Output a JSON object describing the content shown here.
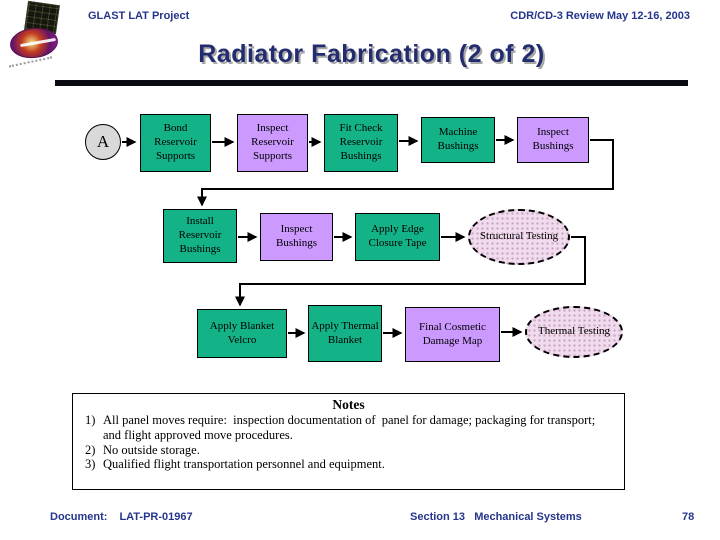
{
  "slide": {
    "project": "GLAST LAT Project",
    "review": "CDR/CD-3 Review May 12-16, 2003",
    "title": "Radiator Fabrication (2 of 2)"
  },
  "flow": {
    "start": {
      "label": "A"
    },
    "nodes": {
      "bond_reservoir_supports": "Bond Reservoir Supports",
      "inspect_reservoir_supports": "Inspect Reservoir Supports",
      "fit_check_reservoir_bushings": "Fit Check Reservoir Bushings",
      "machine_bushings": "Machine Bushings",
      "inspect_bushings_a": "Inspect Bushings",
      "install_reservoir_bushings": "Install Reservoir Bushings",
      "inspect_bushings_b": "Inspect Bushings",
      "apply_edge_closure_tape": "Apply Edge Closure Tape",
      "structural_testing": "Structural Testing",
      "apply_blanket_velcro": "Apply Blanket Velcro",
      "apply_thermal_blanket": "Apply Thermal Blanket",
      "final_cosmetic_damage_map": "Final Cosmetic Damage Map",
      "thermal_testing": "Thermal Testing"
    }
  },
  "notes": {
    "title": "Notes",
    "items": [
      {
        "num": "1)",
        "text": "All panel moves require:  inspection documentation of  panel for damage; packaging for transport; and flight approved move procedures."
      },
      {
        "num": "2)",
        "text": "No outside storage."
      },
      {
        "num": "3)",
        "text": "Qualified flight transportation personnel and equipment."
      }
    ]
  },
  "footer": {
    "document_label": "Document:",
    "document_number": "LAT-PR-01967",
    "section": "Section 13   Mechanical Systems",
    "page_number": "78"
  },
  "colors": {
    "process_green": "#14B287",
    "inspect_purple": "#CC99FF",
    "test_ellipse_pink": "#F0DCEC",
    "header_navy": "#26358C",
    "start_circle_gray": "#D9D9D9",
    "connector_black": "#000000"
  }
}
